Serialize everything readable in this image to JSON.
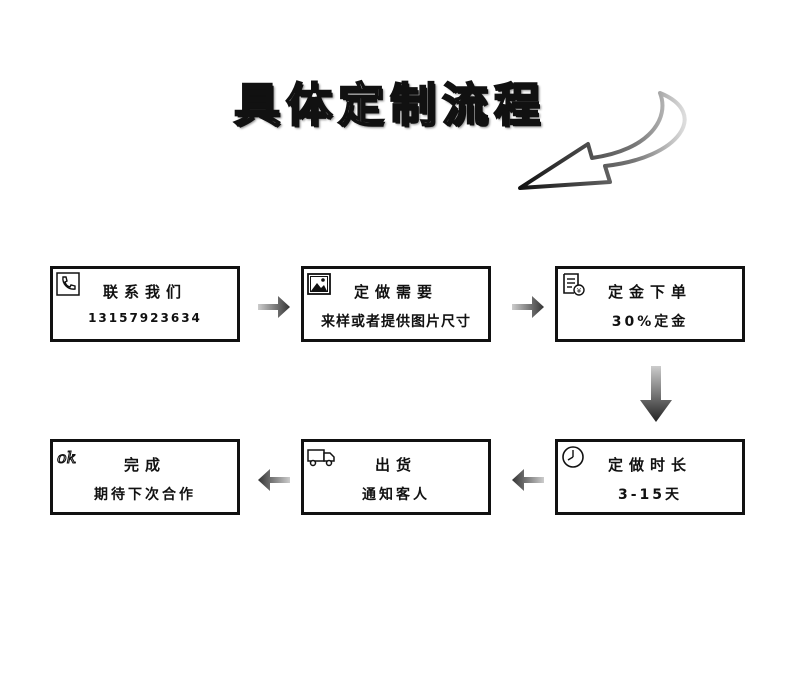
{
  "title": "具体定制流程",
  "steps": [
    {
      "icon": "phone-icon",
      "line1": "联系我们",
      "line2": "13157923634"
    },
    {
      "icon": "image-icon",
      "line1": "定做需要",
      "line2": "来样或者提供图片尺寸"
    },
    {
      "icon": "invoice-icon",
      "line1": "定金下单",
      "line2": "30%定金"
    },
    {
      "icon": "clock-icon",
      "line1": "定做时长",
      "line2": "3-15天"
    },
    {
      "icon": "truck-icon",
      "line1": "出货",
      "line2": "通知客人"
    },
    {
      "icon": "ok-icon",
      "line1": "完成",
      "line2": "期待下次合作",
      "icon_text": "ok"
    }
  ]
}
